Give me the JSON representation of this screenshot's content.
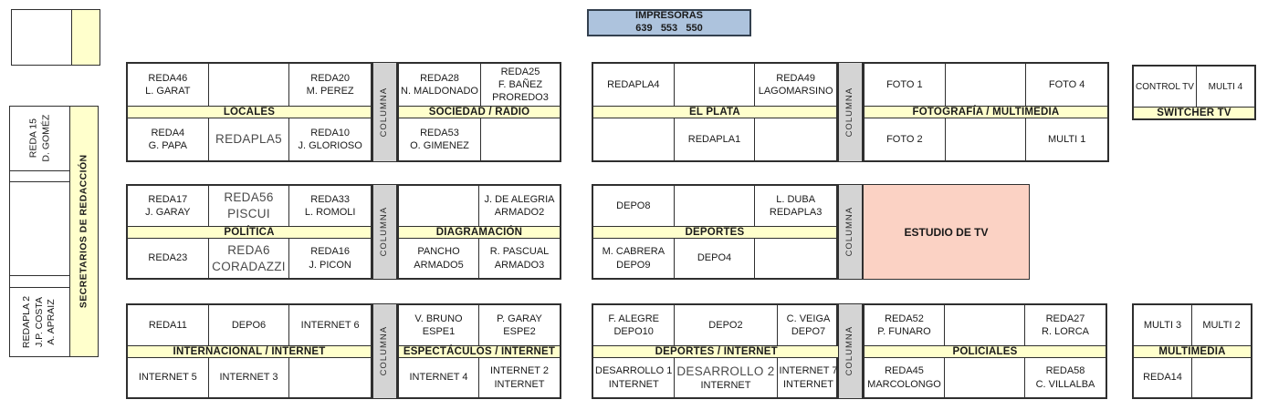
{
  "colors": {
    "yellow": "#ffffcc",
    "gray": "#d4d4d4",
    "pink": "#fbd2c4",
    "blue": "#adc3dd",
    "line": "#2f2f2f",
    "ink": "#1a1a1a"
  },
  "columna_label": "COLUMNA",
  "impresoras": {
    "line1": "IMPRESORAS",
    "line2": "639   553   550"
  },
  "left_panel": {
    "cell1": "REDA 15\nD. GOMÉZ",
    "cell2": "REDAPLA 2\nJ.P. COSTA\nA. APRAIZ",
    "strip": "SECRETARIOS DE REDACCIÓN"
  },
  "estudio_tv": {
    "label": "ESTUDIO DE TV"
  },
  "tables": {
    "locales": {
      "header": "LOCALES",
      "row1": [
        "REDA46\nL. GARAT",
        "",
        "REDA20\nM. PEREZ"
      ],
      "row2": [
        "REDA4\nG. PAPA",
        {
          "text": "REDAPLA5",
          "alt": true
        },
        "REDA10\nJ. GLORIOSO"
      ]
    },
    "sociedad": {
      "header": "SOCIEDAD / RADIO",
      "row1": [
        "REDA28\nN. MALDONADO",
        "REDA25\nF. BAÑEZ\nPROREDO3"
      ],
      "row2": [
        "REDA53\nO. GIMENEZ",
        ""
      ]
    },
    "elplata": {
      "header": "EL PLATA",
      "row1": [
        "REDAPLA4",
        "",
        "REDA49\nLAGOMARSINO"
      ],
      "row2": [
        "",
        "REDAPLA1",
        ""
      ]
    },
    "fotografia": {
      "header": "FOTOGRAFÍA / MULTIMEDIA",
      "row1": [
        "FOTO 1",
        "",
        "FOTO 4"
      ],
      "row2": [
        "FOTO 2",
        "",
        "MULTI 1"
      ]
    },
    "switcher": {
      "header": "SWITCHER TV",
      "row1": [
        "CONTROL TV",
        "MULTI 4"
      ]
    },
    "politica": {
      "header": "POLÍTICA",
      "row1": [
        "REDA17\nJ. GARAY",
        {
          "text": "REDA56\nPISCUI",
          "alt": true
        },
        "REDA33\nL. ROMOLI"
      ],
      "row2": [
        "REDA23",
        {
          "text": "REDA6\nCORADAZZI",
          "alt": true
        },
        "REDA16\nJ. PICON"
      ]
    },
    "diagramacion": {
      "header": "DIAGRAMACIÓN",
      "row1": [
        "",
        "J. DE ALEGRIA\nARMADO2"
      ],
      "row2": [
        "PANCHO\nARMADO5",
        "R. PASCUAL\nARMADO3"
      ]
    },
    "deportes": {
      "header": "DEPORTES",
      "row1": [
        "DEPO8",
        "",
        "L. DUBA\nREDAPLA3"
      ],
      "row2": [
        "M. CABRERA\nDEPO9",
        "DEPO4",
        ""
      ]
    },
    "internacional": {
      "header": "INTERNACIONAL / INTERNET",
      "row1": [
        "REDA11",
        "DEPO6",
        "INTERNET 6"
      ],
      "row2": [
        "INTERNET 5",
        "INTERNET 3",
        ""
      ]
    },
    "espectaculos": {
      "header": "ESPECTÁCULOS / INTERNET",
      "row1": [
        "V. BRUNO\nESPE1",
        "P. GARAY\nESPE2"
      ],
      "row2": [
        "INTERNET 4",
        "INTERNET 2\nINTERNET"
      ]
    },
    "depinternet": {
      "header": "DEPORTES / INTERNET",
      "row1": [
        "F. ALEGRE\nDEPO10",
        "DEPO2",
        "C. VEIGA\nDEPO7"
      ],
      "row2": [
        "DESARROLLO 1\nINTERNET",
        {
          "lines": [
            {
              "text": "DESARROLLO 2",
              "alt": true
            },
            {
              "text": "INTERNET"
            }
          ]
        },
        "INTERNET 7\nINTERNET"
      ]
    },
    "policiales": {
      "header": "POLICIALES",
      "row1": [
        "REDA52\nP. FUNARO",
        "",
        "REDA27\nR. LORCA"
      ],
      "row2": [
        "REDA45\nMARCOLONGO",
        "",
        "REDA58\nC. VILLALBA"
      ]
    },
    "multimedia": {
      "header": "MULTIMEDIA",
      "row1": [
        "MULTI 3",
        "MULTI 2"
      ],
      "row2": [
        "REDA14",
        ""
      ]
    }
  }
}
